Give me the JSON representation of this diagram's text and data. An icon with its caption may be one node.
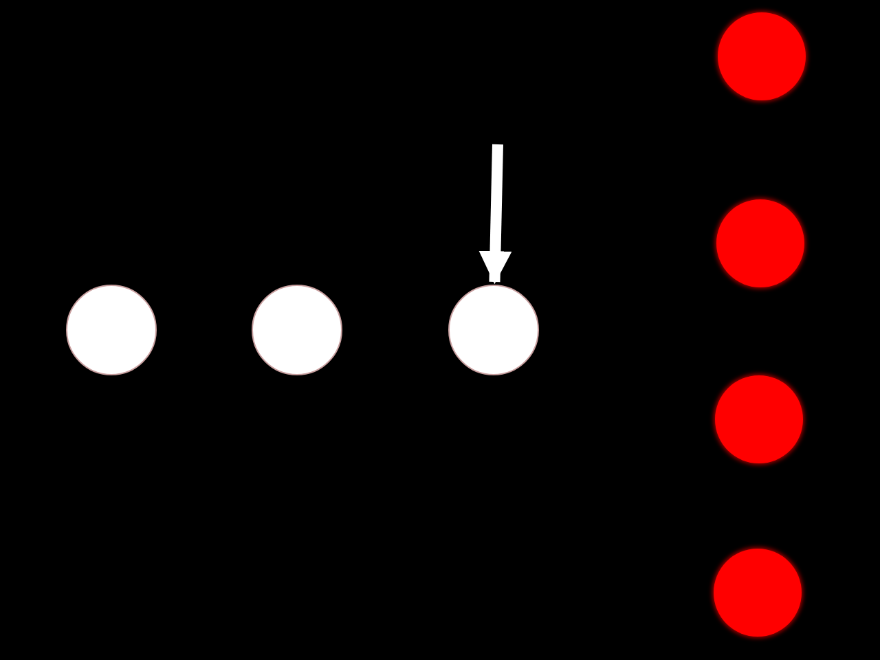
{
  "diagram": {
    "nodes": [
      {
        "text": [],
        "shape": "circle"
      },
      {
        "text": [],
        "shape": "circle"
      },
      {
        "text": [],
        "shape": "circle"
      },
      {
        "text": [],
        "shape": "circle"
      },
      {
        "text": [],
        "shape": "circle"
      },
      {
        "text": [],
        "shape": "circle"
      },
      {
        "text": [],
        "shape": "circle"
      }
    ],
    "edges": [
      {
        "from": null,
        "to": 2,
        "arrow": "to"
      }
    ]
  }
}
